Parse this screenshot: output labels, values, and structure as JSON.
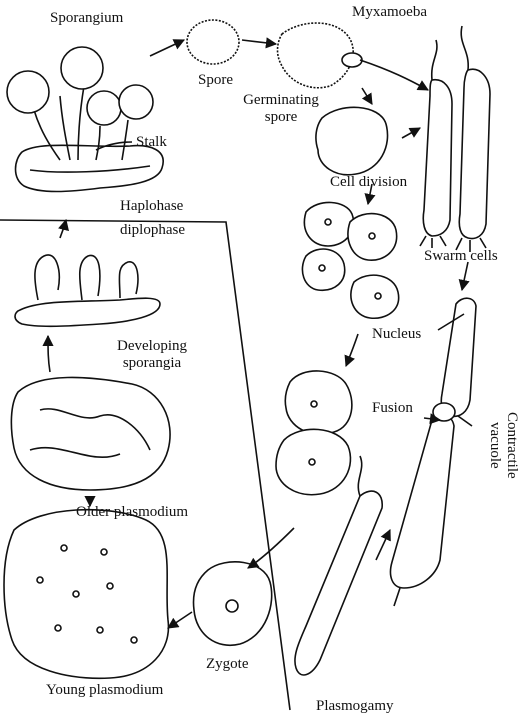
{
  "labels": {
    "sporangium": "Sporangium",
    "spore": "Spore",
    "myxamoeba": "Myxamoeba",
    "germinating_1": "Germinating",
    "germinating_2": "spore",
    "stalk": "Stalk",
    "cell_division": "Cell division",
    "haplophase": "Haplohase",
    "diplophase": "diplophase",
    "swarm_cells": "Swarm cells",
    "nucleus": "Nucleus",
    "developing_1": "Developing",
    "developing_2": "sporangia",
    "fusion": "Fusion",
    "contractile_1": "Contractile",
    "contractile_2": "vacuole",
    "older_plasmodium": "Older plasmodium",
    "zygote": "Zygote",
    "young_plasmodium": "Young plasmodium",
    "plasmogamy": "Plasmogamy"
  },
  "colors": {
    "ink": "#111111",
    "paper": "#ffffff"
  }
}
